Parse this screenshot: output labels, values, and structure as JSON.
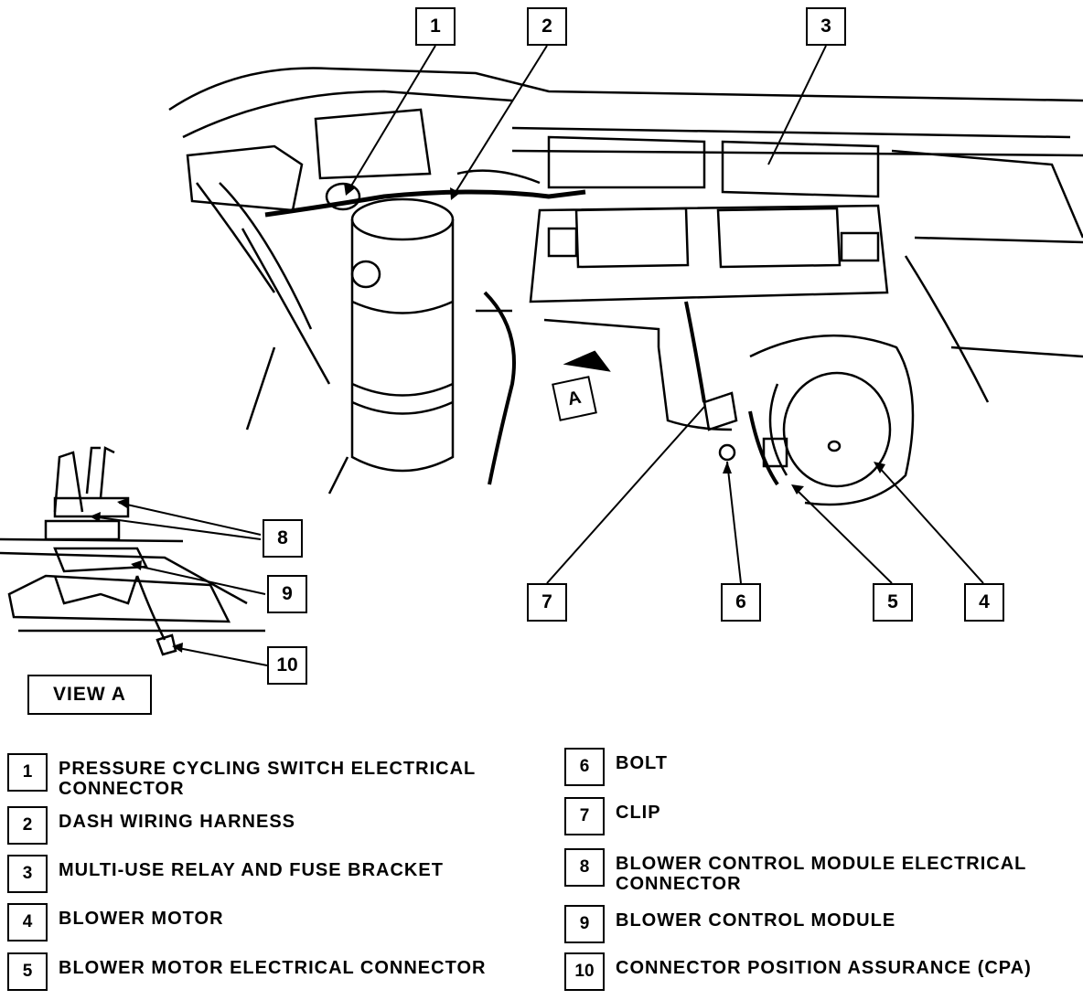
{
  "callouts": {
    "c1": "1",
    "c2": "2",
    "c3": "3",
    "c4": "4",
    "c5": "5",
    "c6": "6",
    "c7": "7",
    "c8": "8",
    "c9": "9",
    "c10": "10"
  },
  "view_arrow_label": "A",
  "view_a_label": "VIEW A",
  "legend": [
    {
      "num": "1",
      "text": "PRESSURE CYCLING SWITCH ELECTRICAL CONNECTOR"
    },
    {
      "num": "2",
      "text": "DASH WIRING HARNESS"
    },
    {
      "num": "3",
      "text": "MULTI-USE RELAY AND FUSE BRACKET"
    },
    {
      "num": "4",
      "text": "BLOWER MOTOR"
    },
    {
      "num": "5",
      "text": "BLOWER MOTOR ELECTRICAL CONNECTOR"
    },
    {
      "num": "6",
      "text": "BOLT"
    },
    {
      "num": "7",
      "text": "CLIP"
    },
    {
      "num": "8",
      "text": "BLOWER CONTROL MODULE ELECTRICAL CONNECTOR"
    },
    {
      "num": "9",
      "text": "BLOWER CONTROL MODULE"
    },
    {
      "num": "10",
      "text": "CONNECTOR POSITION ASSURANCE (CPA)"
    }
  ]
}
